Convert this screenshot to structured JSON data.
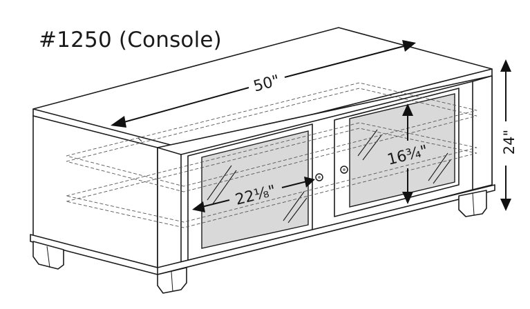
{
  "title": "#1250 (Console)",
  "dimensions": {
    "width": "50\"",
    "height": "24\"",
    "door_width": "22⅛\"",
    "door_height": "16¾\""
  }
}
